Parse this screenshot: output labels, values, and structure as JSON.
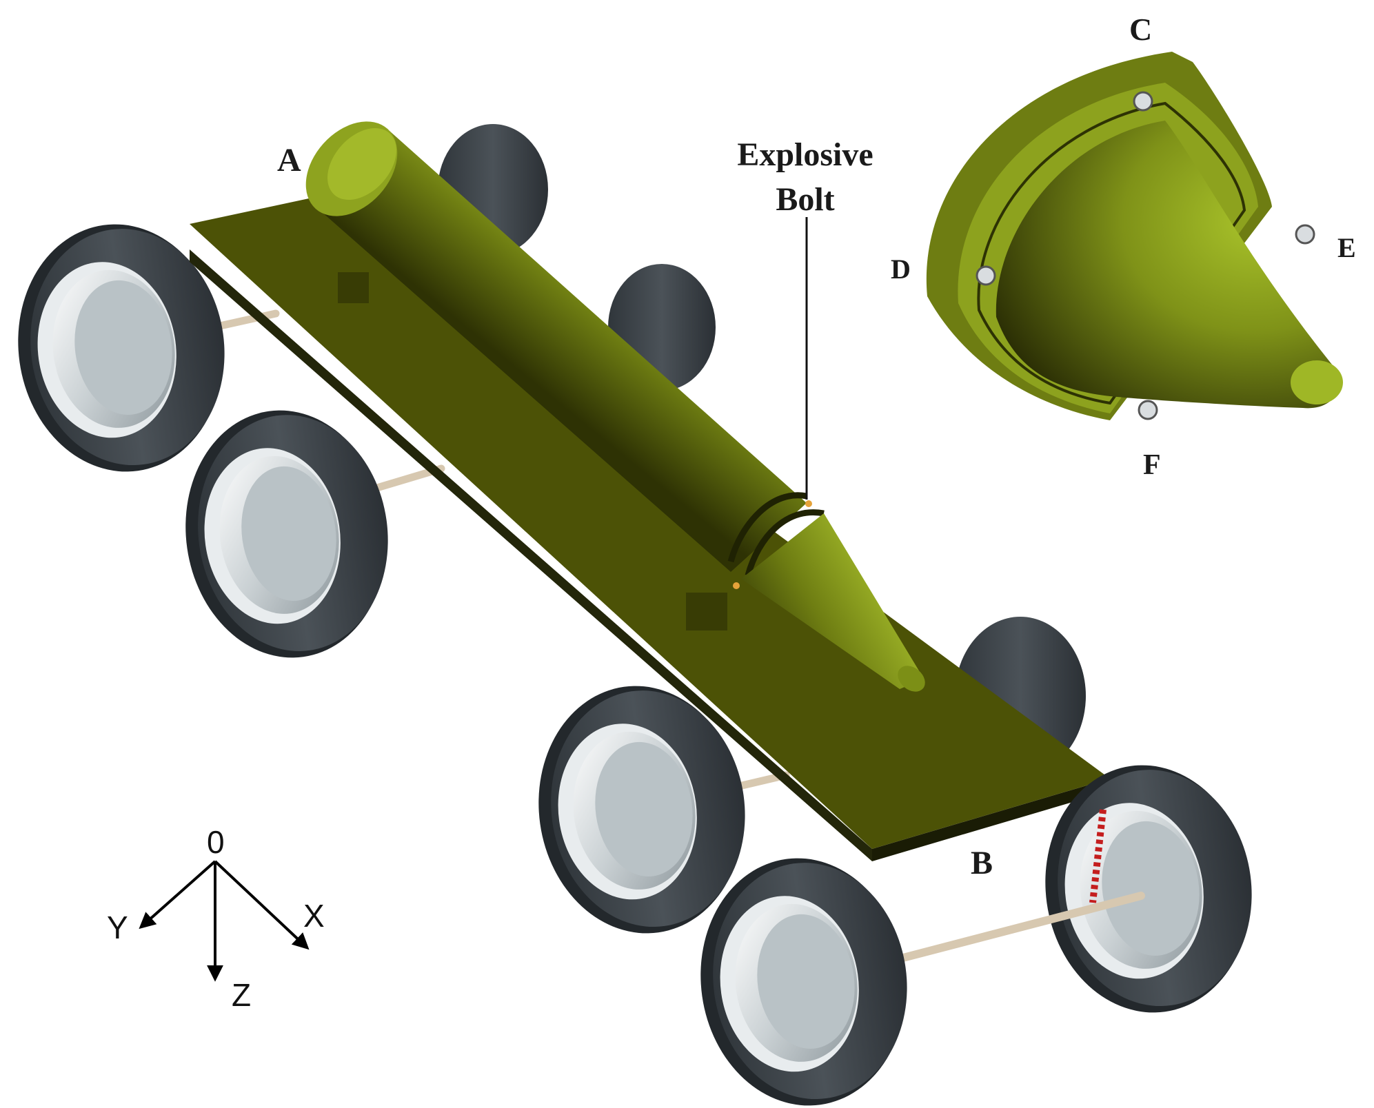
{
  "labels": {
    "point_a": "A",
    "point_b": "B",
    "point_c": "C",
    "point_d": "D",
    "point_e": "E",
    "point_f": "F",
    "callout_line1": "Explosive",
    "callout_line2": "Bolt"
  },
  "axes": {
    "origin": "0",
    "x": "X",
    "y": "Y",
    "z": "Z"
  },
  "colors": {
    "olive_light": "#9bb324",
    "olive_mid": "#6e7d12",
    "olive_dark": "#2e3204",
    "platform": "#4c5206",
    "tire": "#40464c",
    "tire_edge": "#23282c",
    "rim": "#b9c2c6",
    "axle": "#d7c8b0"
  }
}
